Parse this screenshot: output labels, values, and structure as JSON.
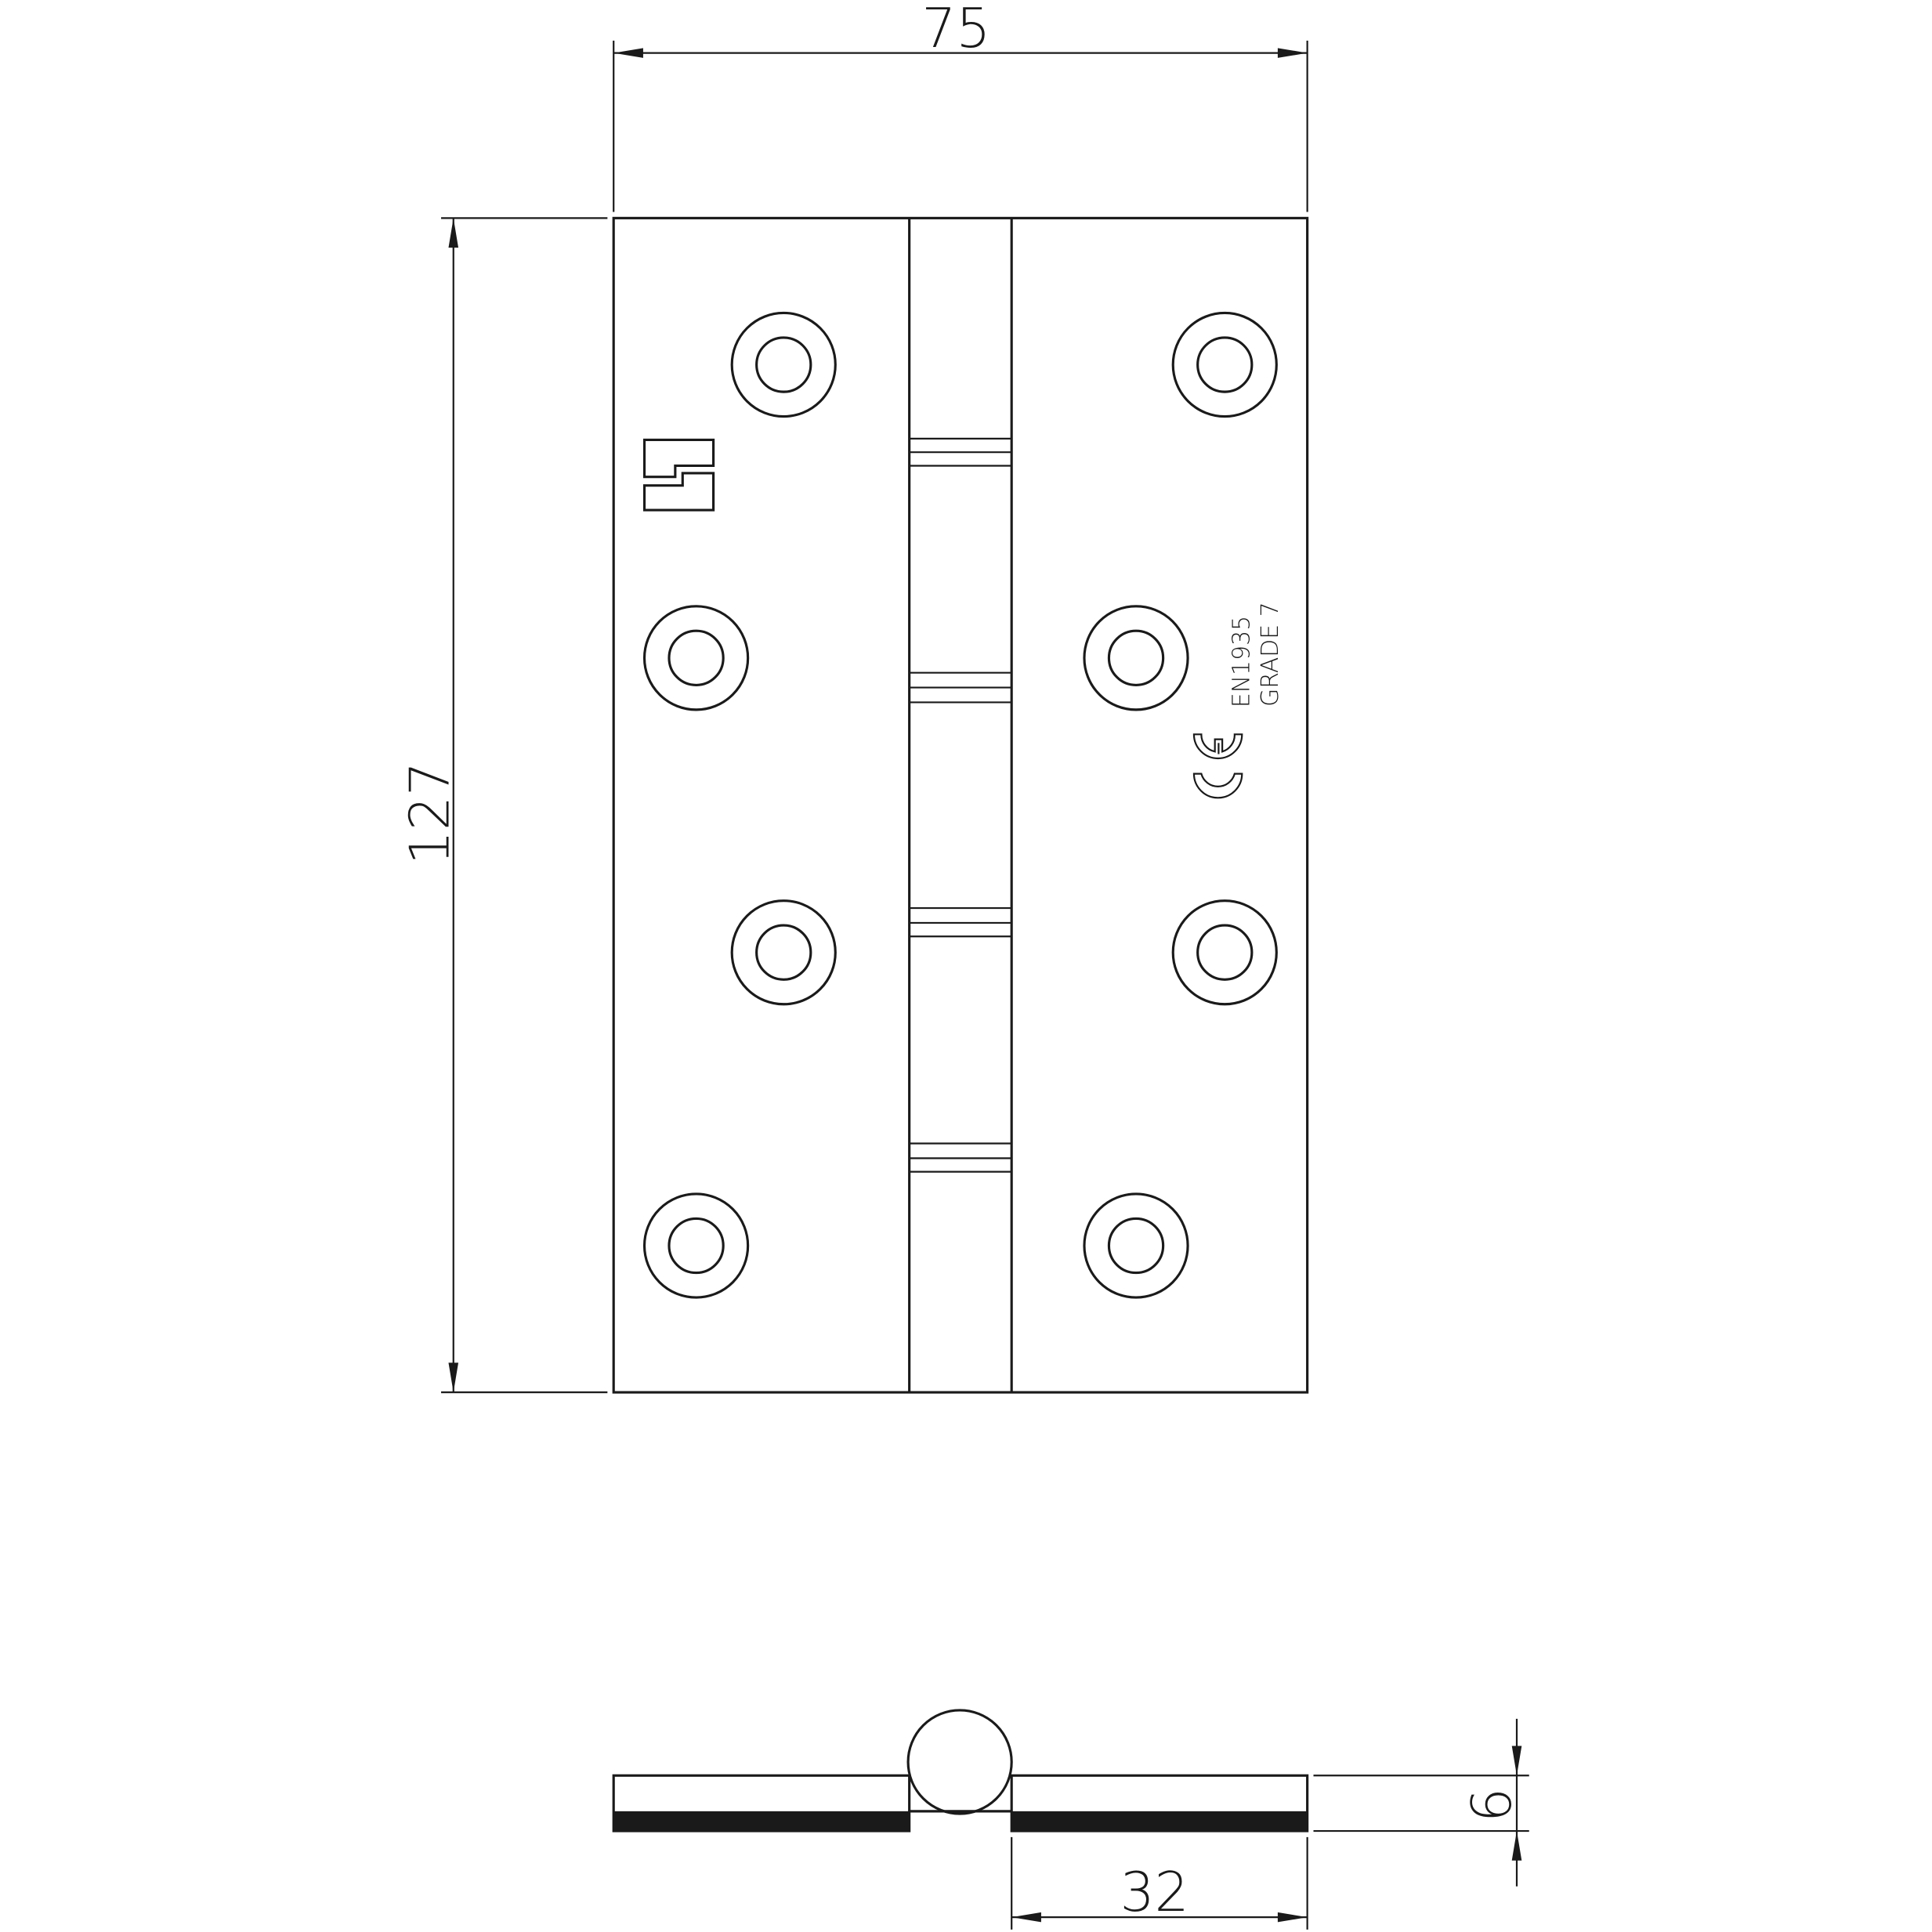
{
  "drawing": {
    "dimensions": {
      "width": "75",
      "height": "127",
      "thickness": "6",
      "leaf_width": "32"
    },
    "markings": {
      "standard": "EN1935",
      "grade": "GRADE 7",
      "certification": "CE"
    },
    "colors": {
      "line": "#1a1a1a",
      "background": "#ffffff"
    }
  }
}
